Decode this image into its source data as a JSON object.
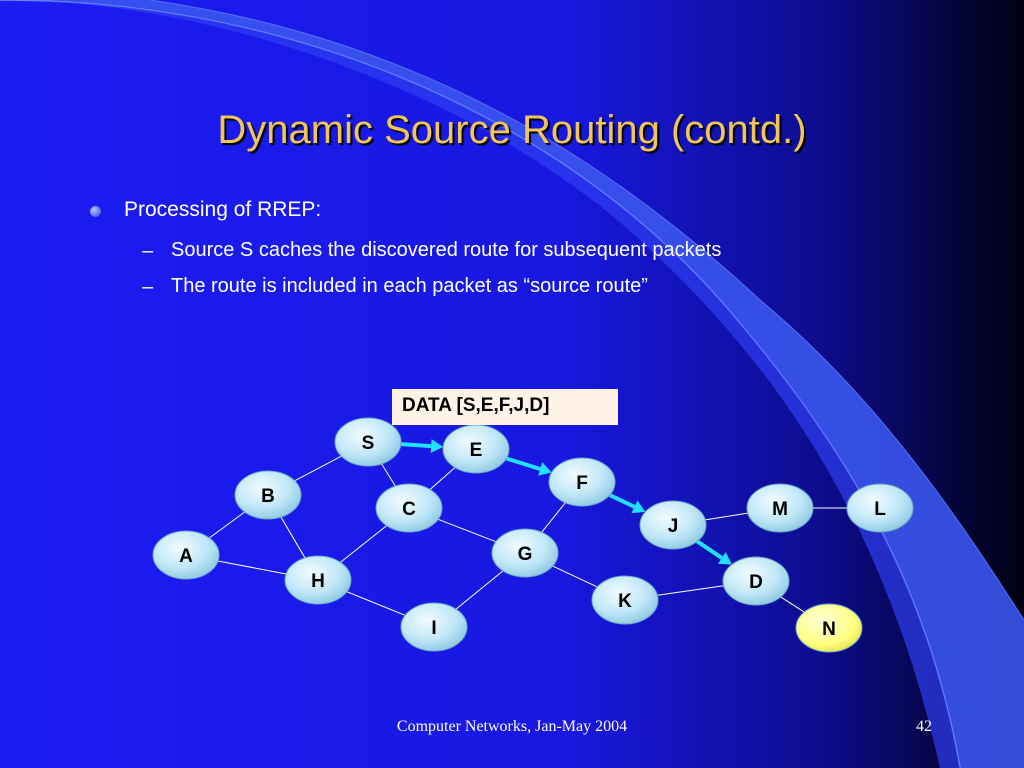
{
  "slide": {
    "title": "Dynamic Source Routing (contd.)",
    "bullet": "Processing of RREP:",
    "sub_bullets": [
      "Source S caches the discovered route for subsequent packets",
      "The route is included in each packet as “source route”"
    ],
    "dash_symbol": "–",
    "footer": "Computer Networks, Jan-May 2004",
    "page_number": "42"
  },
  "diagram": {
    "data_label": "DATA [S,E,F,J,D]",
    "nodes": [
      "S",
      "E",
      "B",
      "C",
      "F",
      "M",
      "L",
      "J",
      "A",
      "G",
      "H",
      "D",
      "K",
      "I",
      "N"
    ],
    "highlighted_node": "N",
    "edges": [
      [
        "S",
        "B"
      ],
      [
        "S",
        "C"
      ],
      [
        "C",
        "E"
      ],
      [
        "B",
        "A"
      ],
      [
        "B",
        "H"
      ],
      [
        "A",
        "H"
      ],
      [
        "H",
        "C"
      ],
      [
        "H",
        "I"
      ],
      [
        "C",
        "G"
      ],
      [
        "I",
        "G"
      ],
      [
        "G",
        "F"
      ],
      [
        "G",
        "K"
      ],
      [
        "K",
        "D"
      ],
      [
        "J",
        "M"
      ],
      [
        "M",
        "L"
      ],
      [
        "D",
        "N"
      ]
    ],
    "route_arrows": [
      [
        "S",
        "E"
      ],
      [
        "E",
        "F"
      ],
      [
        "F",
        "J"
      ],
      [
        "J",
        "D"
      ]
    ],
    "colors": {
      "background": "#1a1af0",
      "title": "#f2c45c",
      "node_fill": "#cdeeff",
      "highlight_fill": "#ffff8a",
      "arrow": "#22e0ff"
    }
  }
}
